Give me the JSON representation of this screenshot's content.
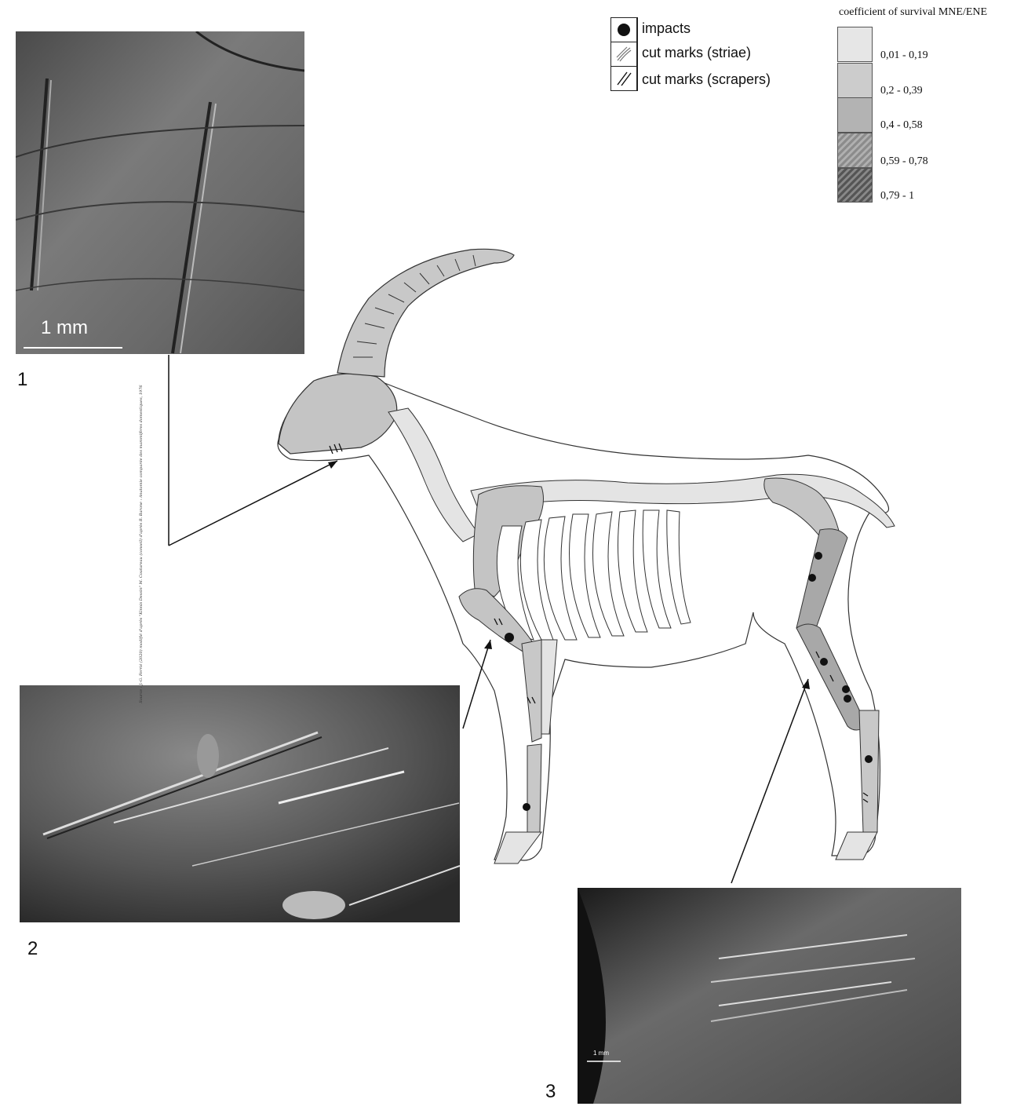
{
  "figure": {
    "panel_labels": [
      "1",
      "2",
      "3"
    ],
    "scale_bar_1": "1 mm",
    "scale_bar_3": "1 mm",
    "side_credit": "Source : J.-G. Ferrié (2020) modifié d'après \"Kinnis Dessin\" M. Coutureau (conseil) d'après R. Barone : Anatomie comparée des mammifères domestiques, 1976"
  },
  "legend_marks": {
    "items": [
      {
        "label": "impacts",
        "icon": "filled-circle-icon"
      },
      {
        "label": "cut marks (striae)",
        "icon": "striae-icon"
      },
      {
        "label": "cut marks (scrapers)",
        "icon": "scraper-lines-icon"
      }
    ]
  },
  "legend_survival": {
    "title": "coefficient of survival MNE/ENE",
    "classes": [
      {
        "label": "0,01 - 0,19",
        "color": "#e6e6e6"
      },
      {
        "label": "0,2 - 0,39",
        "color": "#cccccc"
      },
      {
        "label": "0,4 - 0,58",
        "color": "#b3b3b3"
      },
      {
        "label": "0,59 - 0,78",
        "color": "#8c8c8c",
        "hatched": true
      },
      {
        "label": "0,79 - 1",
        "color": "#6e6e6e",
        "hatched": true
      }
    ]
  }
}
